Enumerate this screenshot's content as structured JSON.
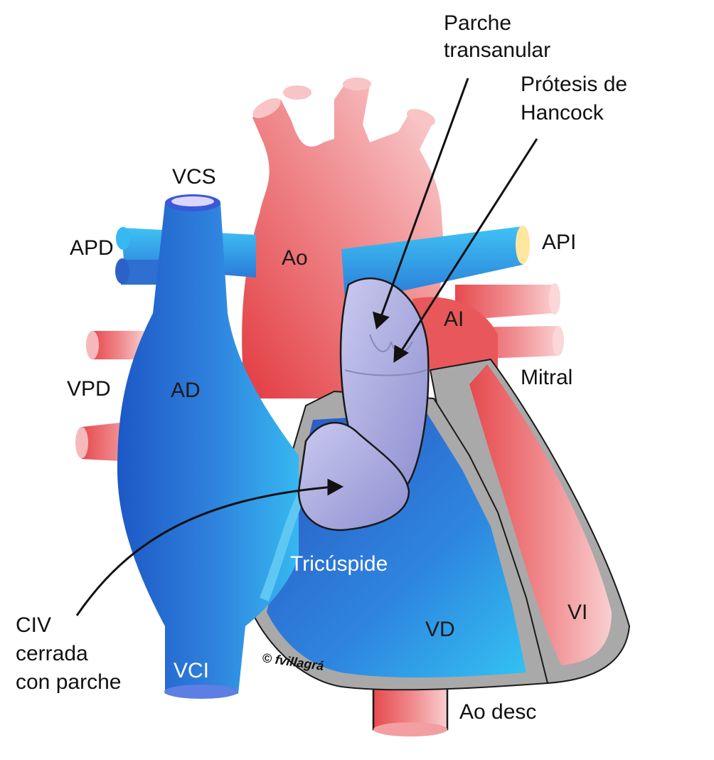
{
  "labels": {
    "parche_line1": "Parche",
    "parche_line2": "transanular",
    "protesis_line1": "Prótesis de",
    "protesis_line2": "Hancock",
    "vcs": "VCS",
    "apd": "APD",
    "api": "API",
    "ao": "Ao",
    "ai": "AI",
    "mitral": "Mitral",
    "vpd": "VPD",
    "ad": "AD",
    "tricuspide": "Tricúspide",
    "civ_line1": "CIV",
    "civ_line2": "cerrada",
    "civ_line3": "con parche",
    "vd": "VD",
    "vi": "VI",
    "vci": "VCI",
    "ao_desc": "Ao desc",
    "copyright": "© fvillagrá"
  },
  "colors": {
    "arterial_red": "#e8585a",
    "arterial_light": "#f6b9bb",
    "venous_blue": "#2f6fd0",
    "venous_light": "#37b4ee",
    "patch_lavender": "#a4a4dc",
    "wall_gray": "#a9a9a9"
  }
}
